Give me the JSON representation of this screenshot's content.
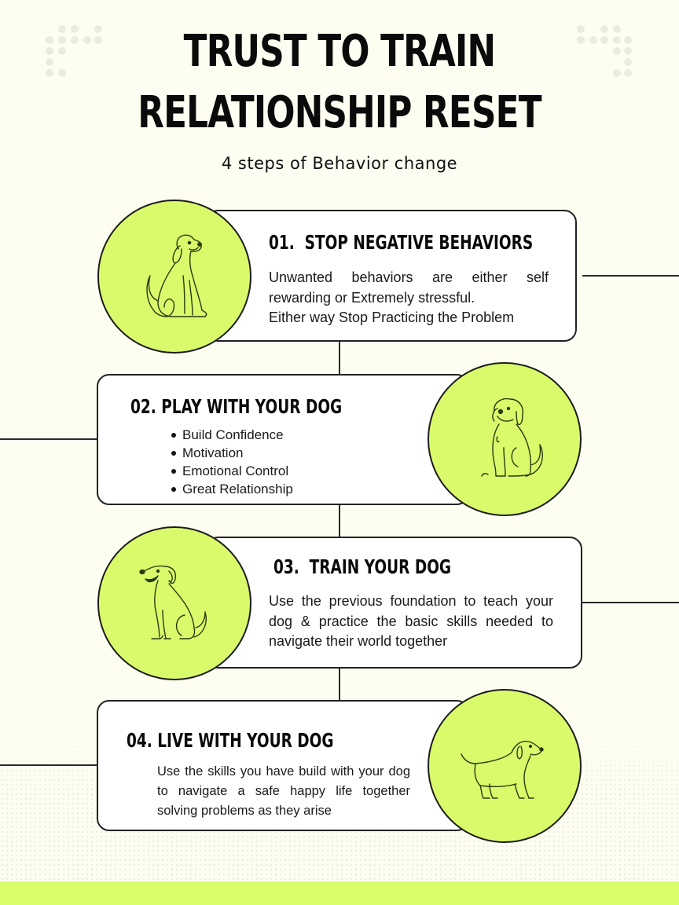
{
  "header": {
    "title_line1": "TRUST TO TRAIN",
    "title_line2": "RELATIONSHIP RESET",
    "subtitle": "4 steps of Behavior change"
  },
  "colors": {
    "background": "#fdfdf1",
    "accent_lime": "#d9fb6b",
    "bottom_band": "#dafe6a",
    "card_fill": "#ffffff",
    "outline": "#222222",
    "decorative_dots": "#ebebdf"
  },
  "steps": [
    {
      "number": "01.",
      "title": "STOP NEGATIVE BEHAVIORS",
      "body": "Unwanted behaviors are either self rewarding or Extremely stressful.",
      "body_line2": "Either way Stop Practicing the Problem",
      "icon": "sitting-dog-smiling-icon",
      "circle_side": "left"
    },
    {
      "number": "02.",
      "title": "PLAY WITH YOUR DOG",
      "bullets": [
        "Build Confidence",
        "Motivation",
        "Emotional Control",
        "Great Relationship"
      ],
      "icon": "sitting-dog-fluffy-icon",
      "circle_side": "right"
    },
    {
      "number": "03.",
      "title": "TRAIN YOUR DOG",
      "body": "Use the previous foundation to teach your dog & practice the basic skills needed to navigate their world together",
      "icon": "sitting-dog-looking-left-icon",
      "circle_side": "left"
    },
    {
      "number": "04.",
      "title": "LIVE WITH YOUR DOG",
      "body": "Use the skills you have build with your dog to navigate a safe happy life together solving problems as they arise",
      "icon": "standing-dog-icon",
      "circle_side": "right"
    }
  ]
}
